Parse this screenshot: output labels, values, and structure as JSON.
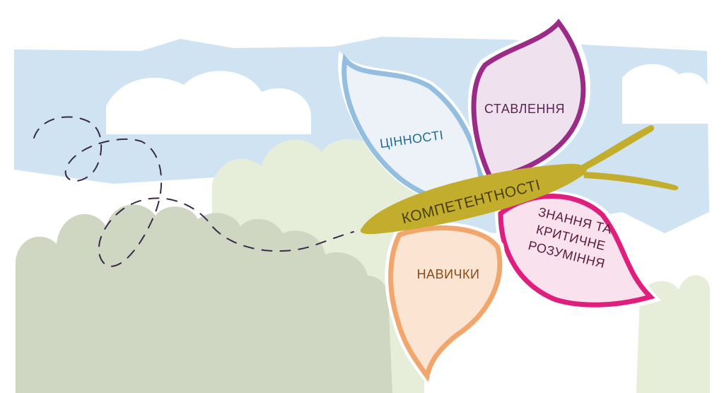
{
  "colors": {
    "sky": "#cfe3f3",
    "cloud": "#ffffff",
    "bush_back": "#e6edd8",
    "bush_front": "#cfd7c2",
    "body": "#c3ad2c",
    "body_text": "#4a3f10",
    "values": {
      "fill": "#edf2f9",
      "stroke": "#93bedf",
      "text": "#1f6d8e"
    },
    "attitudes": {
      "fill": "#f0e1ee",
      "stroke": "#9b2b86",
      "text": "#5b2452"
    },
    "knowledge": {
      "fill": "#fae1ee",
      "stroke": "#df1e7e",
      "text": "#5a1a3c"
    },
    "skills": {
      "fill": "#fbe4d2",
      "stroke": "#f3a66c",
      "text": "#8a4a16"
    },
    "flight_path": "#3a2a4a"
  },
  "diagram": {
    "center": "КОМПЕТЕНТНОСТІ",
    "wings": [
      {
        "id": "values",
        "lines": [
          "ЦІННОСТІ"
        ]
      },
      {
        "id": "attitudes",
        "lines": [
          "СТАВЛЕННЯ"
        ]
      },
      {
        "id": "knowledge",
        "lines": [
          "ЗНАННЯ ТА",
          "КРИТИЧНЕ",
          "РОЗУМІННЯ"
        ]
      },
      {
        "id": "skills",
        "lines": [
          "НАВИЧКИ"
        ]
      }
    ]
  }
}
